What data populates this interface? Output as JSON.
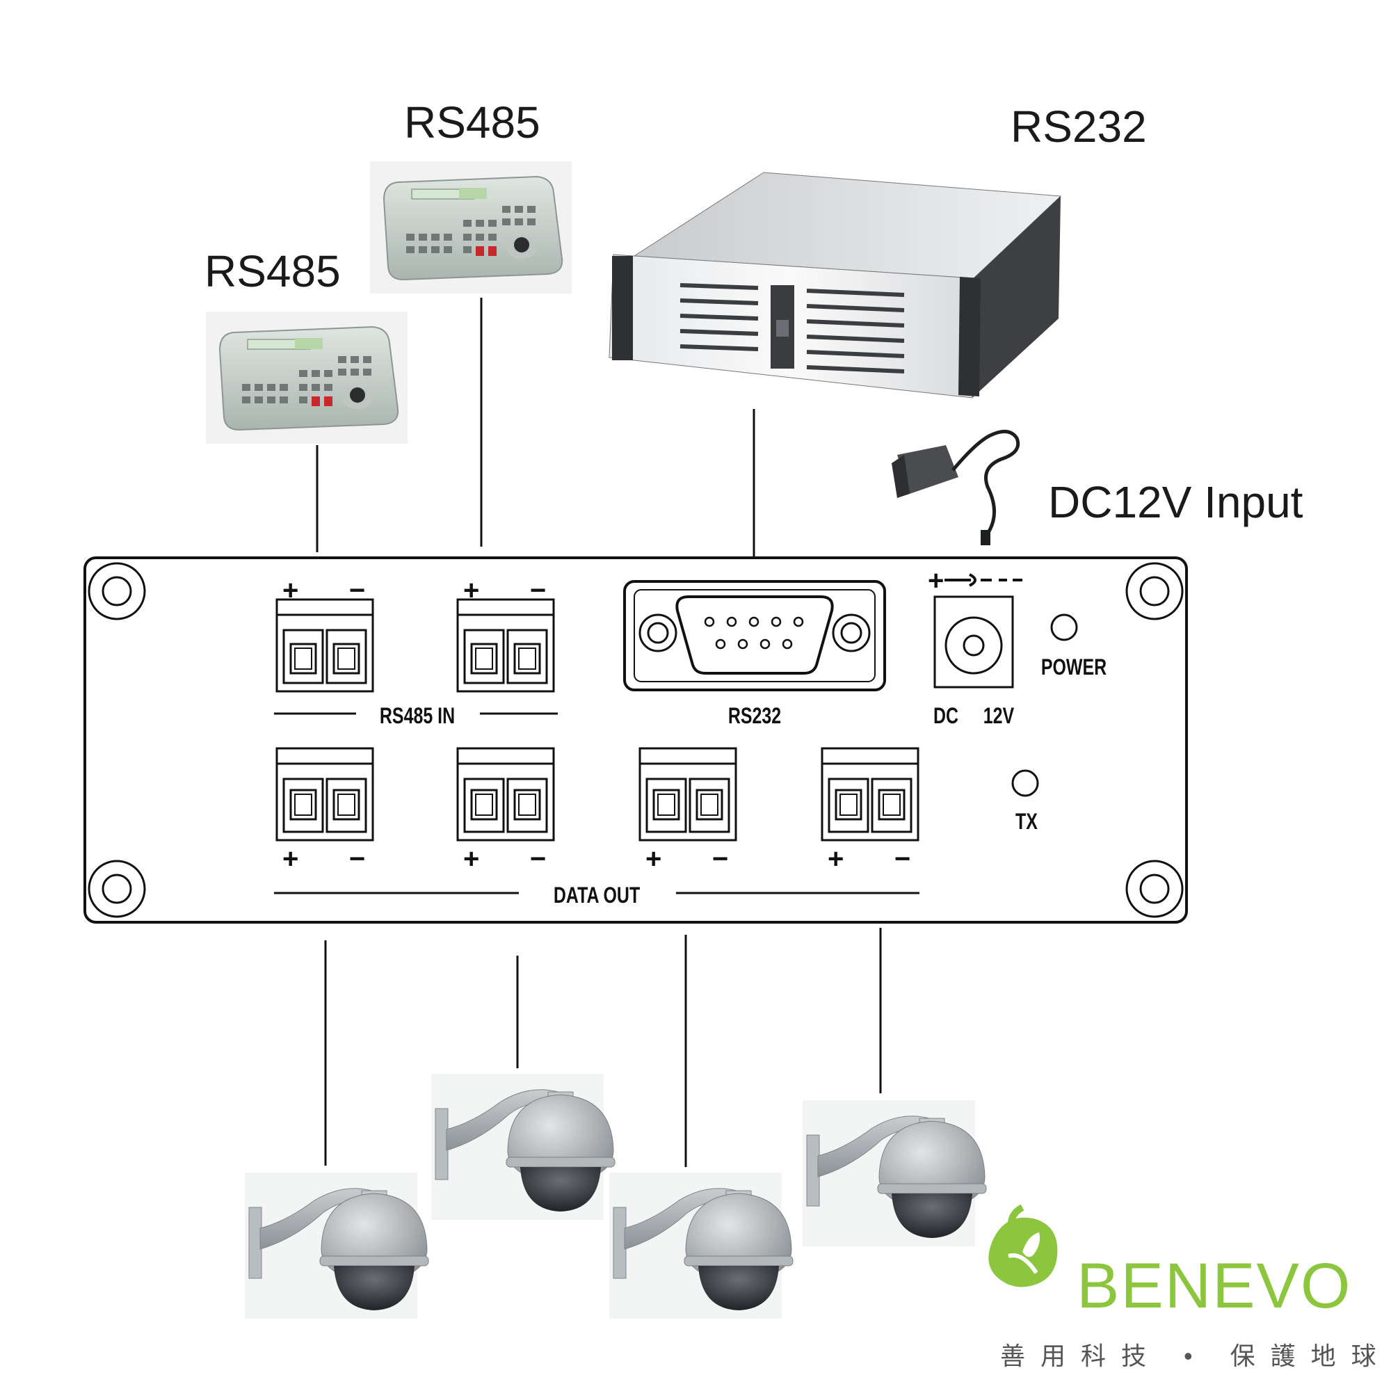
{
  "labels": {
    "rs485_keyboard_1": "RS485",
    "rs485_keyboard_2": "RS485",
    "rs232_server": "RS232",
    "dc_input": "DC12V Input"
  },
  "panel": {
    "rs485_in": "RS485  IN",
    "rs232": "RS232",
    "dc": "DC",
    "dc_voltage": "12V",
    "power": "POWER",
    "tx": "TX",
    "data_out": "DATA OUT",
    "plus": "+",
    "minus": "−"
  },
  "logo": {
    "brand": "BENEVO",
    "slogan": "善用科技 • 保護地球",
    "brand_color": "#8cc63f"
  },
  "icons": [
    "keyboard-controller-icon",
    "rack-server-icon",
    "power-adapter-icon",
    "dome-camera-icon",
    "db9-connector-icon",
    "leaf-logo-icon"
  ]
}
